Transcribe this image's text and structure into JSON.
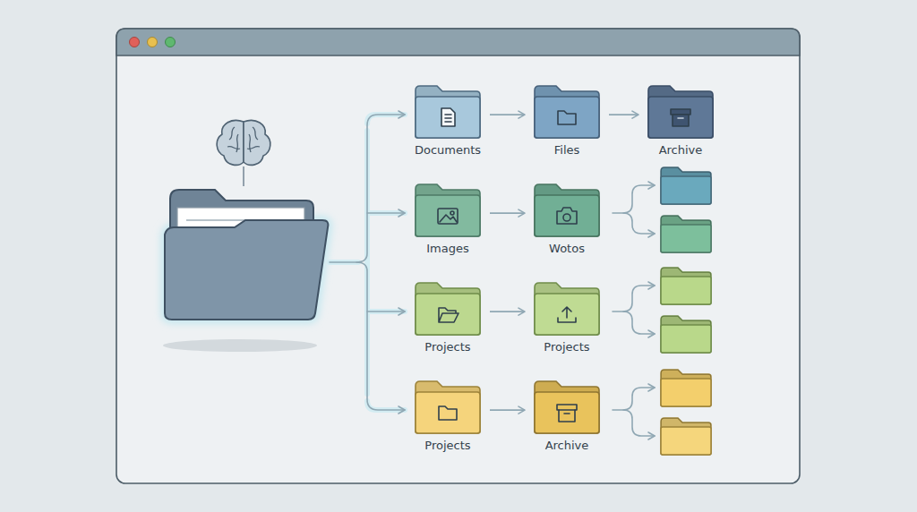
{
  "diagram": {
    "nodes": [
      {
        "text": [
          "Documents"
        ]
      },
      {
        "text": [
          "Files"
        ]
      },
      {
        "text": [
          "Archive"
        ]
      },
      {
        "text": [
          "Images"
        ]
      },
      {
        "text": [
          "Wotos"
        ]
      },
      {
        "text": [
          "Projects"
        ]
      },
      {
        "text": [
          "Projects"
        ]
      },
      {
        "text": [
          "Projects"
        ]
      },
      {
        "text": [
          "Archive"
        ]
      }
    ],
    "edges": [
      {
        "from": 0,
        "to": 1,
        "arrow": "to"
      },
      {
        "from": 1,
        "to": 2,
        "arrow": "to"
      },
      {
        "from": 3,
        "to": 4,
        "arrow": "to"
      },
      {
        "from": 5,
        "to": 6,
        "arrow": "to"
      },
      {
        "from": 7,
        "to": 8,
        "arrow": "to"
      }
    ]
  }
}
